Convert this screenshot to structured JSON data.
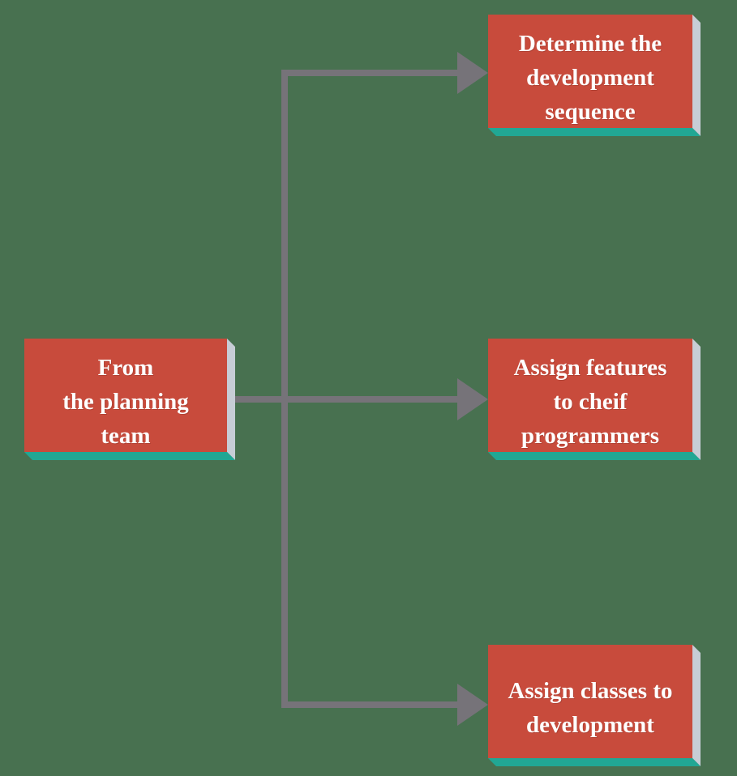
{
  "diagram": {
    "title": "feature-driven development planning flow",
    "background_color": "#487150"
  },
  "colors": {
    "background": "#487150",
    "box_fill": "#c84b3c",
    "box_side": "#c7cdd6",
    "box_bottom": "#21a794",
    "connector": "#767379",
    "text": "#ffffff"
  },
  "nodes": [
    {
      "id": "planning-team",
      "label": "From\nthe planning\nteam"
    },
    {
      "id": "determine-sequence",
      "label": "Determine the\ndevelopment\nsequence"
    },
    {
      "id": "assign-features",
      "label": "Assign features\nto cheif\nprogrammers"
    },
    {
      "id": "assign-classes",
      "label": "Assign classes to\ndevelopment"
    }
  ],
  "edges": [
    {
      "from": "planning-team",
      "to": "determine-sequence"
    },
    {
      "from": "planning-team",
      "to": "assign-features"
    },
    {
      "from": "planning-team",
      "to": "assign-classes"
    }
  ]
}
